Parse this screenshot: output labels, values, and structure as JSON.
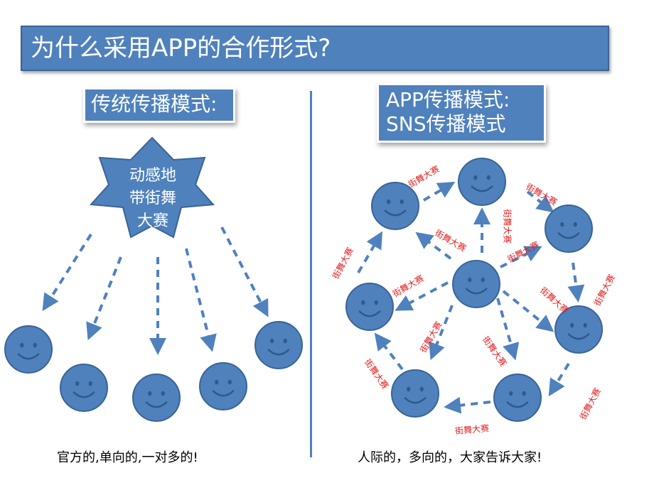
{
  "title": "为什么采用APP的合作形式?",
  "left": {
    "heading": "传统传播模式:",
    "center_lines": [
      "动感地",
      "带街舞",
      "大赛"
    ],
    "caption": "官方的,单向的,一对多的!"
  },
  "right": {
    "heading_lines": [
      "APP传播模式:",
      "SNS传播模式"
    ],
    "edge_label": "街舞大赛",
    "caption": "人际的，多向的，大家告诉大家!"
  },
  "colors": {
    "accent": "#4f81bd",
    "accent_dark": "#3a6496",
    "label_red": "#e02020"
  },
  "icons": {
    "person": "smiley-face-icon",
    "source": "star-icon"
  }
}
